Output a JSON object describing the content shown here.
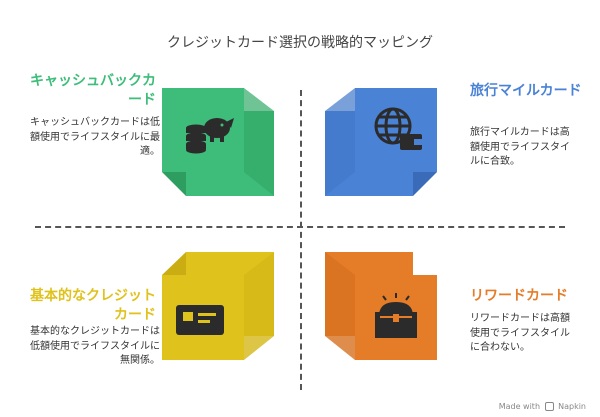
{
  "title": "クレジットカード選択の戦略的マッピング",
  "quadrants": {
    "top_left": {
      "heading": "キャッシュバックカード",
      "description": "キャッシュバックカードは低額使用でライフスタイルに最適。",
      "color": "#3dbd79",
      "icon": "piggy-bank-coins-icon"
    },
    "top_right": {
      "heading": "旅行マイルカード",
      "description": "旅行マイルカードは高額使用でライフスタイルに合致。",
      "color": "#4a82d6",
      "icon": "globe-wallet-icon"
    },
    "bottom_left": {
      "heading": "基本的なクレジットカード",
      "description": "基本的なクレジットカードは低額使用でライフスタイルに無関係。",
      "color": "#e0c21c",
      "icon": "credit-card-icon"
    },
    "bottom_right": {
      "heading": "リワードカード",
      "description": "リワードカードは高額使用でライフスタイルに合わない。",
      "color": "#e57c28",
      "icon": "treasure-chest-icon"
    }
  },
  "footer": {
    "made_with": "Made with",
    "brand": "Napkin"
  }
}
